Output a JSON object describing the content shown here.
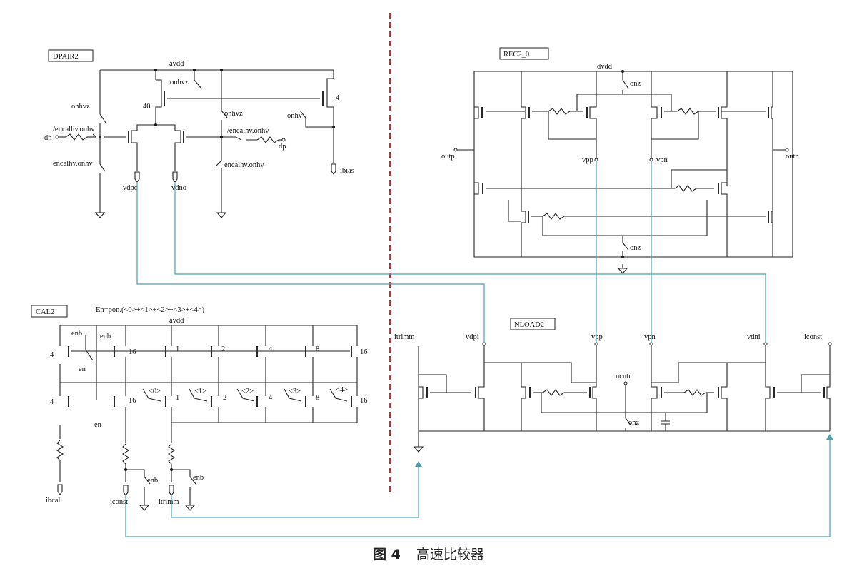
{
  "caption": {
    "figure": "图 4",
    "title": "高速比较器"
  },
  "blocks": {
    "dpair": {
      "title": "DPAIR2",
      "avdd": "avdd",
      "onhvz_a": "onhvz",
      "onhvz_b": "onhvz",
      "onhvz_c": "onhvz",
      "size_40": "40",
      "size_4": "4",
      "onhv": "onhv",
      "encalhv_bar_l": "/encalhv.onhv",
      "encalhv_bar_r": "/encalhv.onhv",
      "encalhv_l": "encalhv.onhv",
      "encalhv_r": "encalhv.onhv",
      "dn": "dn",
      "dp": "dp",
      "ibias": "ibias",
      "vdpo": "vdpo",
      "vdno": "vdno"
    },
    "rec": {
      "title": "REC2_0",
      "dvdd": "dvdd",
      "onz_top": "onz",
      "onz_bot": "onz",
      "outp": "outp",
      "outn": "outn",
      "vpp": "vpp",
      "vpn": "vpn"
    },
    "cal": {
      "title": "CAL2",
      "eq": "En=pon.(<0>+<1>+<2>+<3>+<4>)",
      "avdd": "avdd",
      "enb_a": "enb",
      "enb_b": "enb",
      "en_a": "en",
      "en_b": "en",
      "enb_c": "enb",
      "enb_d": "enb",
      "s4a": "4",
      "s4b": "4",
      "top_sizes": [
        "16",
        "1",
        "2",
        "4",
        "8",
        "16"
      ],
      "bot_sizes": [
        "16",
        "1",
        "2",
        "4",
        "8",
        "16"
      ],
      "bits": [
        "<0>",
        "<1>",
        "<2>",
        "<3>",
        "<4>"
      ],
      "ibcal": "ibcal",
      "iconst": "iconst",
      "itrimm": "itrimm"
    },
    "nload": {
      "title": "NLOAD2",
      "itrimm": "itrimm",
      "vdpi": "vdpi",
      "vpp": "vpp",
      "vpn": "vpn",
      "vdni": "vdni",
      "iconst": "iconst",
      "ncntr": "ncntr",
      "onz": "onz"
    }
  }
}
